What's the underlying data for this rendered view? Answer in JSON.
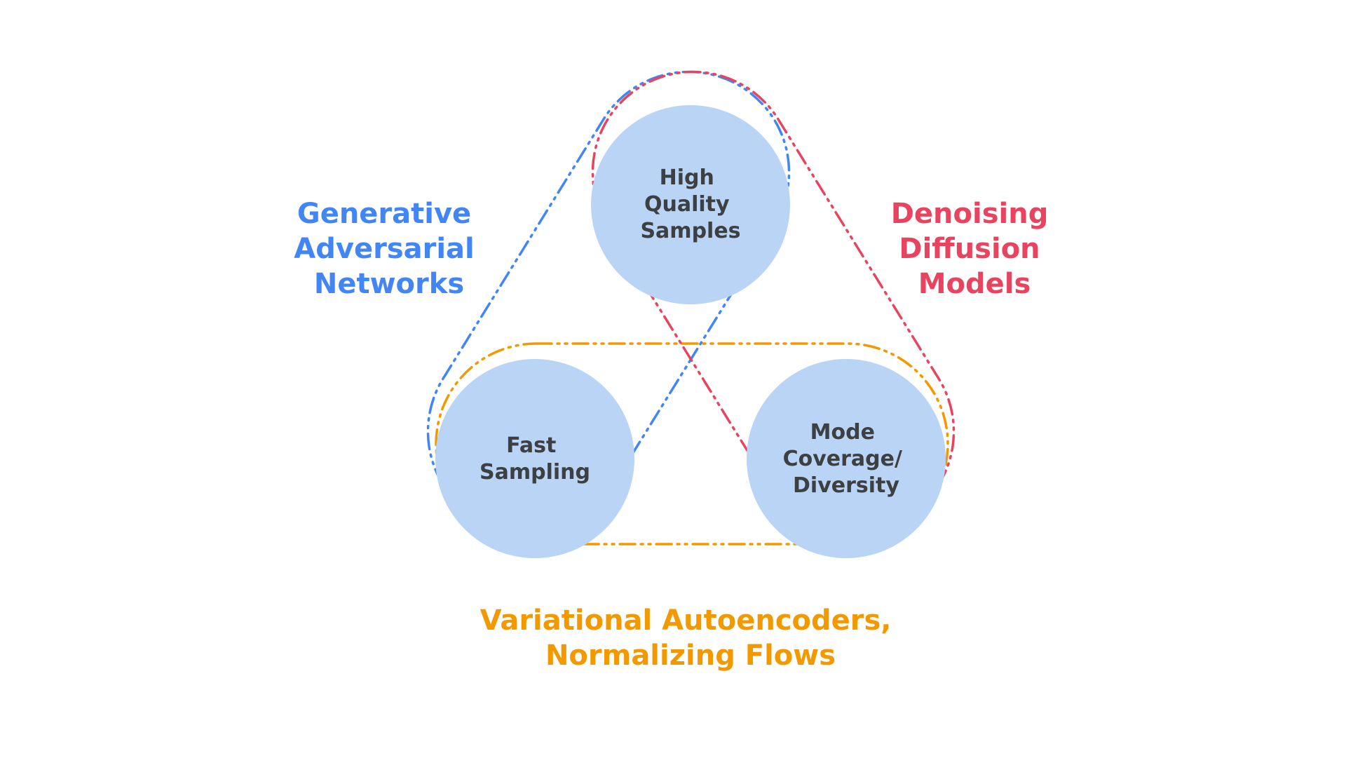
{
  "nodes": {
    "quality": {
      "lines": [
        "High",
        "Quality",
        "Samples"
      ]
    },
    "fast": {
      "lines": [
        "Fast",
        "Sampling"
      ]
    },
    "mode": {
      "lines": [
        "Mode",
        "Coverage/",
        "Diversity"
      ]
    }
  },
  "groups": {
    "gan": {
      "lines": [
        "Generative",
        "Adversarial",
        "Networks"
      ],
      "color": "#4285f4"
    },
    "diffusion": {
      "lines": [
        "Denoising",
        "Diffusion",
        "Models"
      ],
      "color": "#e8445f"
    },
    "vae": {
      "lines": [
        "Variational Autoencoders,",
        "Normalizing Flows"
      ],
      "color": "#f29900"
    }
  },
  "colors": {
    "circle_fill": "#b9d4f5",
    "node_text": "#3c4043"
  }
}
